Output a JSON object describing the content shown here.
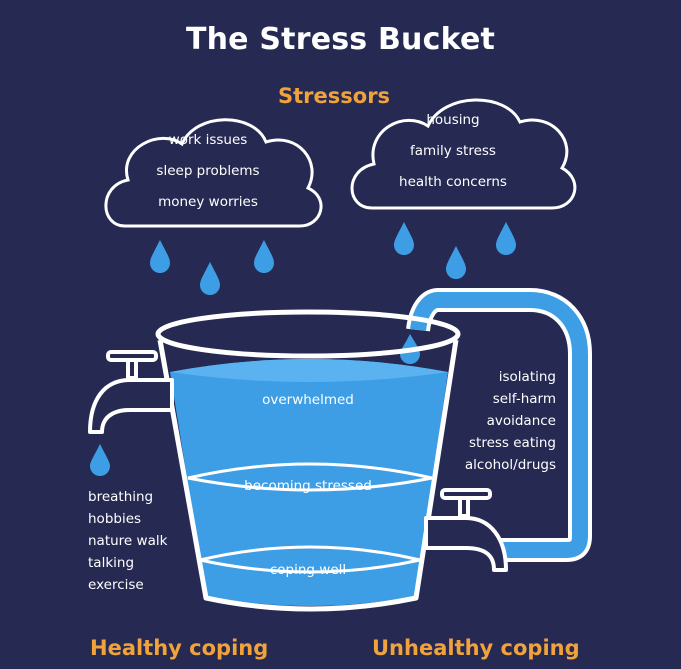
{
  "title": "The Stress Bucket",
  "stressors": {
    "heading": "Stressors",
    "cloud_left": [
      "work issues",
      "sleep problems",
      "money worries"
    ],
    "cloud_right": [
      "housing",
      "family stress",
      "health concerns"
    ]
  },
  "bucket_levels": {
    "top": "overwhelmed",
    "middle": "becoming stressed",
    "bottom": "coping well"
  },
  "healthy": {
    "heading": "Healthy coping",
    "items": [
      "breathing",
      "hobbies",
      "nature walk",
      "talking",
      "exercise"
    ]
  },
  "unhealthy": {
    "heading": "Unhealthy coping",
    "items": [
      "isolating",
      "self-harm",
      "avoidance",
      "stress eating",
      "alcohol/drugs"
    ]
  },
  "colors": {
    "background": "#262a52",
    "water": "#3d9ee6",
    "water_light": "#5ab3f0",
    "accent": "#f2a23a",
    "outline": "#ffffff"
  }
}
